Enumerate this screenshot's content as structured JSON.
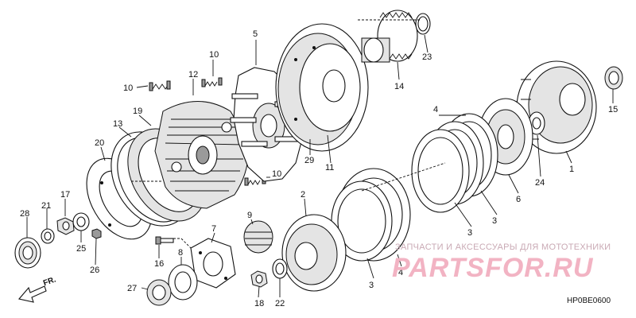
{
  "diagram_code": "HP0BE0600",
  "front_marker": "FR.",
  "watermark": {
    "tagline": "ЗАПЧАСТИ И АКСЕССУАРЫ ДЛЯ МОТОТЕХНИКИ",
    "logo": "PARTSFOR.RU"
  },
  "callouts": [
    "1",
    "2",
    "3",
    "3",
    "3",
    "3",
    "4",
    "4",
    "5",
    "6",
    "7",
    "8",
    "9",
    "10",
    "10",
    "10",
    "11",
    "12",
    "13",
    "14",
    "15",
    "16",
    "17",
    "18",
    "19",
    "20",
    "21",
    "22",
    "23",
    "24",
    "25",
    "26",
    "27",
    "28",
    "29"
  ]
}
